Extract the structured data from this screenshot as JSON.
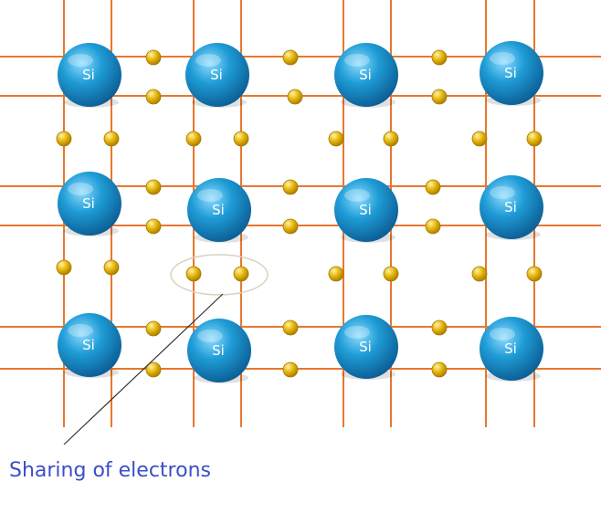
{
  "diagram": {
    "atom_label": "Si",
    "caption": "Sharing of electrons",
    "lattice": {
      "rows": 3,
      "cols": 4
    }
  },
  "colors": {
    "bond_line": "#e8772e",
    "atom_fill": "#1f9cd6",
    "atom_dark": "#0c5f96",
    "electron_fill": "#e5b50a",
    "electron_dark": "#a77a00",
    "caption_text": "#3b4fc6",
    "highlight_ellipse": "#d8d2bf",
    "pointer_line": "#333333"
  },
  "icons": {
    "atom": "silicon-atom-sphere",
    "electron": "valence-electron-dot"
  }
}
